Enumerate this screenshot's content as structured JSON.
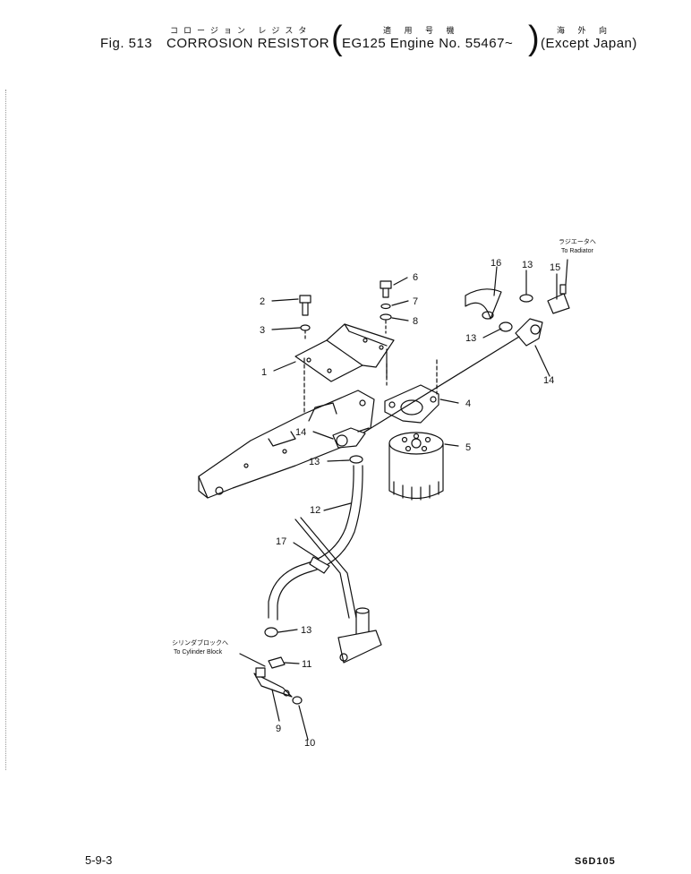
{
  "header": {
    "jp_title": "コロージョン レジスタ",
    "fig_label": "Fig. 513",
    "title": "CORROSION RESISTOR",
    "jp_applicable": "適 用 号 機",
    "applicable": "EG125 Engine No. 55467~",
    "jp_region": "海 外 向",
    "region": "(Except Japan)"
  },
  "callouts": [
    "1",
    "2",
    "3",
    "4",
    "5",
    "6",
    "7",
    "8",
    "9",
    "10",
    "11",
    "12",
    "13",
    "13",
    "13",
    "13",
    "14",
    "14",
    "15",
    "16",
    "17"
  ],
  "notes": {
    "to_radiator_jp": "ラジエータへ",
    "to_radiator": "To Radiator",
    "to_block_jp": "シリンダブロックへ",
    "to_block": "To Cylinder Block"
  },
  "footer": {
    "page": "5-9-3",
    "code": "S6D105"
  }
}
